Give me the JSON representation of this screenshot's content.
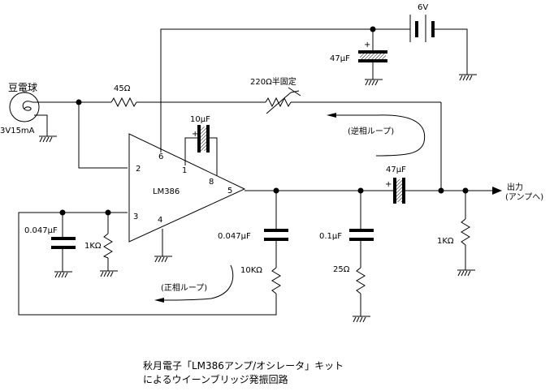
{
  "labels": {
    "bulb_name": "豆電球",
    "bulb_rating": "3V15mA",
    "r45": "45Ω",
    "r220": "220Ω半固定",
    "battery": "6V",
    "c47_supply": "47μF",
    "c10": "10μF",
    "ic_name": "LM386",
    "c47_out": "47μF",
    "output": "出力",
    "output_sub": "(アンプへ)",
    "neg_loop": "(逆相ループ)",
    "pos_loop": "(正相ループ)",
    "c0047_left": "0.047μF",
    "r1k_left": "1KΩ",
    "c0047_mid": "0.047μF",
    "r10k": "10KΩ",
    "c01": "0.1μF",
    "r25": "25Ω",
    "r1k_out": "1KΩ",
    "plus": "+"
  },
  "pins": {
    "p1": "1",
    "p2": "2",
    "p3": "3",
    "p4": "4",
    "p5": "5",
    "p6": "6",
    "p8": "8"
  },
  "caption": {
    "line1": "秋月電子「LM386アンプ/オシレータ」キット",
    "line2": "によるウイーンブリッジ発振回路"
  }
}
